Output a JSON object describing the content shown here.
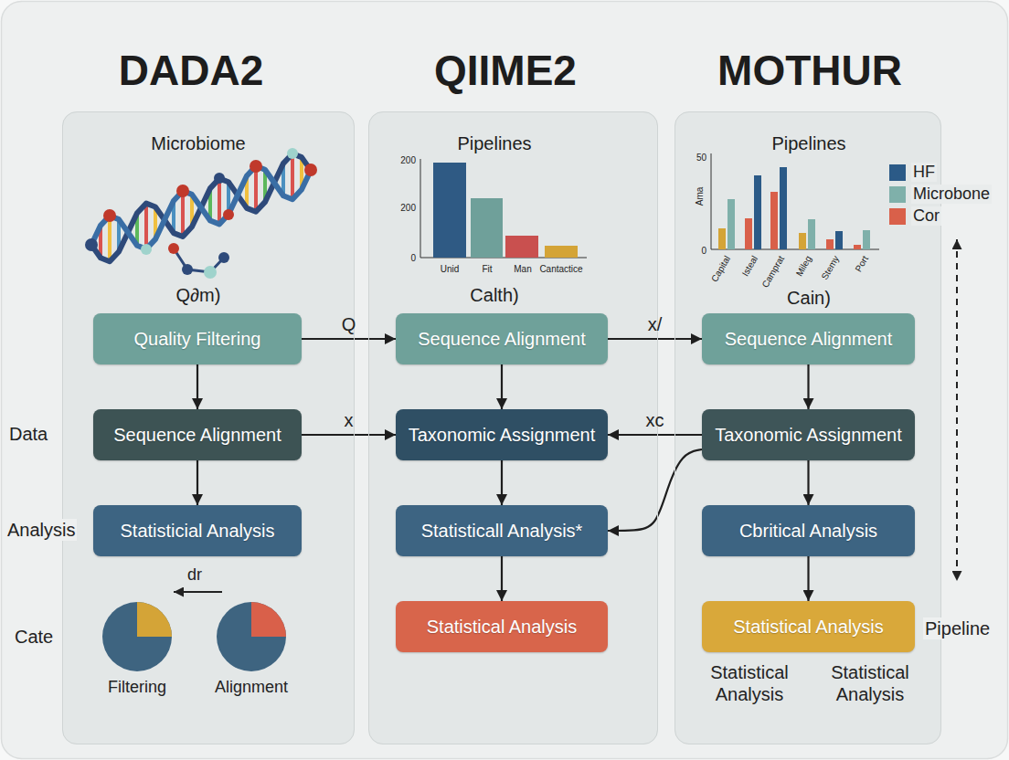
{
  "diagram": {
    "nodes": [
      {
        "text": [
          "DADA2",
          "Microbiome",
          "Q∂m)"
        ]
      },
      {
        "text": [
          "Quality Filtering"
        ],
        "in": 0
      },
      {
        "text": [
          "Sequence Alignment"
        ],
        "in": 0
      },
      {
        "text": [
          "Statisticial Analysis"
        ],
        "in": 0
      },
      {
        "text": [
          "QIIME2",
          "Pipelines",
          "Calth)"
        ]
      },
      {
        "text": [
          "Sequence Alignment"
        ],
        "in": 4
      },
      {
        "text": [
          "Taxonomic Assignment"
        ],
        "in": 4
      },
      {
        "text": [
          "Statisticall Analysis*"
        ],
        "in": 4
      },
      {
        "text": [
          "Statistical Analysis"
        ],
        "in": 4
      },
      {
        "text": [
          "MOTHUR",
          "Pipelines",
          "Cain)"
        ]
      },
      {
        "text": [
          "Sequence Alignment"
        ],
        "in": 9
      },
      {
        "text": [
          "Taxonomic Assignment"
        ],
        "in": 9
      },
      {
        "text": [
          "Cbritical Analysis"
        ],
        "in": 9
      },
      {
        "text": [
          "Statistical Analysis"
        ],
        "in": 9
      }
    ],
    "edges": [
      {
        "from": 1,
        "to": 2,
        "arrow": "to"
      },
      {
        "from": 2,
        "to": 3,
        "arrow": "to"
      },
      {
        "from": 1,
        "to": 5,
        "label": "Q",
        "arrow": "to"
      },
      {
        "from": 2,
        "to": 6,
        "label": "x",
        "arrow": "to"
      },
      {
        "from": 5,
        "to": 6,
        "arrow": "to"
      },
      {
        "from": 6,
        "to": 7,
        "arrow": "to"
      },
      {
        "from": 7,
        "to": 8,
        "arrow": "to"
      },
      {
        "from": 5,
        "to": 10,
        "label": "x/",
        "arrow": "to"
      },
      {
        "from": 11,
        "to": 6,
        "label": "xc",
        "arrow": "to"
      },
      {
        "from": 11,
        "to": 7,
        "arrow": "to"
      },
      {
        "from": 10,
        "to": 11,
        "arrow": "to"
      },
      {
        "from": 11,
        "to": 12,
        "arrow": "to"
      },
      {
        "from": 12,
        "to": 13,
        "arrow": "to"
      }
    ],
    "labels": [
      "Data",
      "Analysis",
      "Cate",
      "dr",
      "Filtering",
      "Alignment",
      "200",
      "200",
      "0",
      "Unid",
      "Fit",
      "Man",
      "Cantactice",
      "50",
      "0",
      "Ama",
      "Capital",
      "Isteal",
      "Camprat",
      "Mileg",
      "Stemy",
      "Port",
      "Pipeline",
      "Statistical Analysis",
      "Statistical Analysis"
    ],
    "legend": [
      {
        "text": "HF",
        "color": "#2b5a87"
      },
      {
        "text": "Microbone",
        "color": "#7fb0aa"
      },
      {
        "text": "Cor",
        "color": "#d9604a"
      }
    ]
  }
}
